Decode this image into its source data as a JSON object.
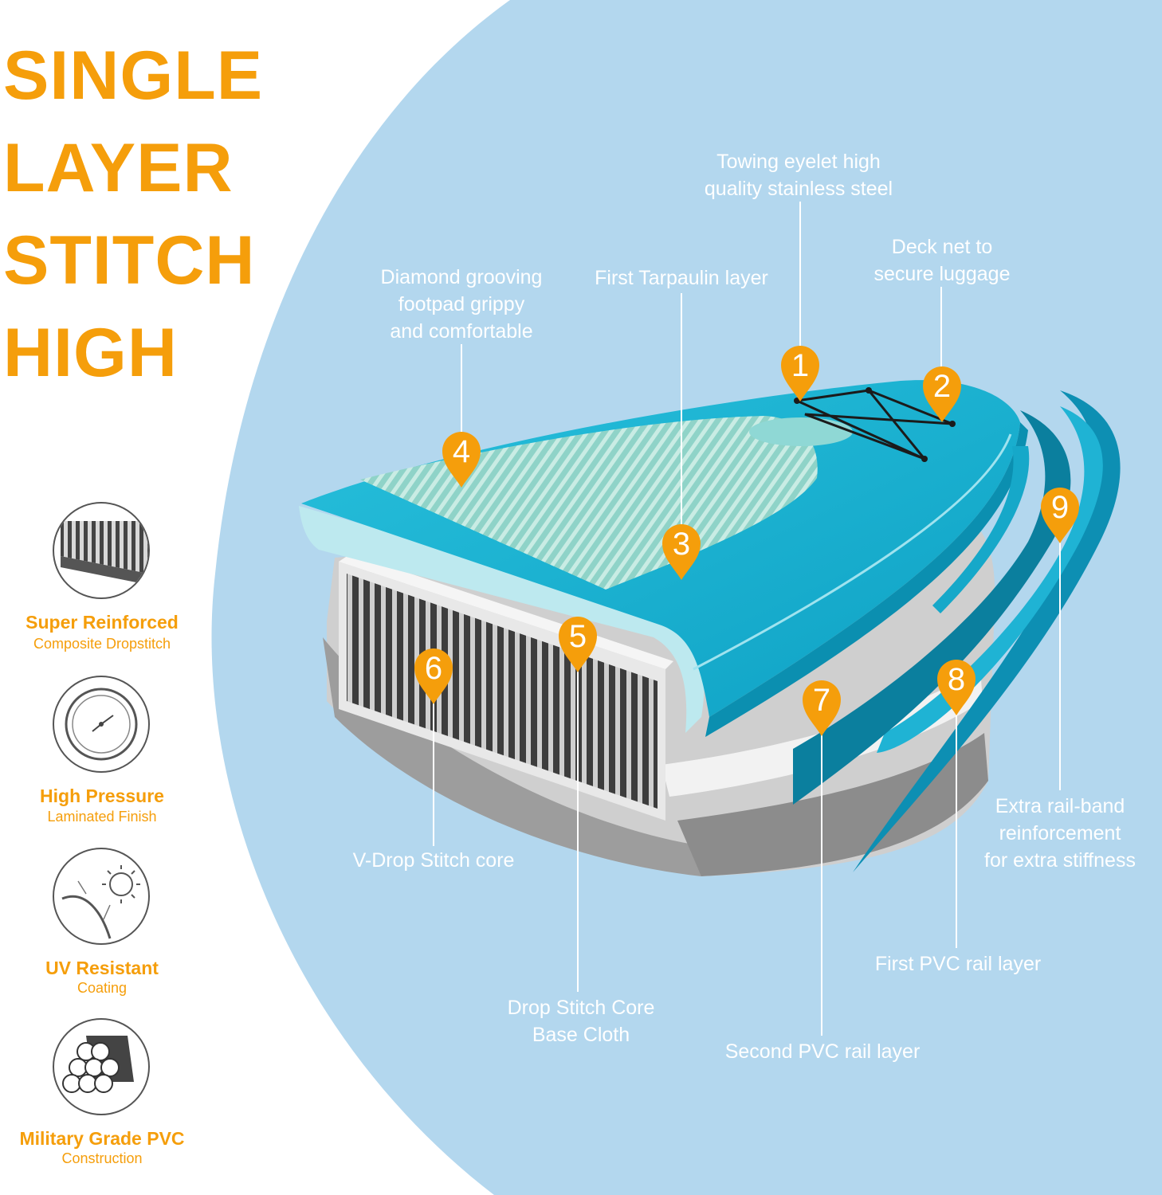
{
  "headline": [
    "SINGLE",
    "LAYER",
    "STITCH",
    "HIGH"
  ],
  "colors": {
    "accent": "#f59e0b",
    "panel": "#b3d7ee",
    "board": "#1fb3d4",
    "text_on_panel": "#ffffff"
  },
  "callouts": {
    "c1": [
      "Towing eyelet high",
      "quality stainless steel"
    ],
    "c2": [
      "Deck net to",
      "secure luggage"
    ],
    "c3": [
      "First Tarpaulin layer"
    ],
    "c4": [
      "Diamond grooving",
      "footpad grippy",
      "and comfortable"
    ],
    "c5": [
      "Drop Stitch Core",
      "Base Cloth"
    ],
    "c6": [
      "V-Drop Stitch core"
    ],
    "c7": [
      "Second PVC rail layer"
    ],
    "c8": [
      "First PVC rail layer"
    ],
    "c9": [
      "Extra rail-band",
      "reinforcement",
      "for extra stiffness"
    ]
  },
  "pins": [
    "1",
    "2",
    "3",
    "4",
    "5",
    "6",
    "7",
    "8",
    "9"
  ],
  "features": [
    {
      "title": "Super Reinforced",
      "subtitle": "Composite Dropstitch",
      "icon": "dropstitch-icon"
    },
    {
      "title": "High Pressure",
      "subtitle": "Laminated Finish",
      "icon": "pressure-gauge-icon"
    },
    {
      "title": "UV Resistant",
      "subtitle": "Coating",
      "icon": "sun-uv-icon"
    },
    {
      "title": "Military Grade PVC",
      "subtitle": "Construction",
      "icon": "pvc-rolls-icon"
    }
  ]
}
